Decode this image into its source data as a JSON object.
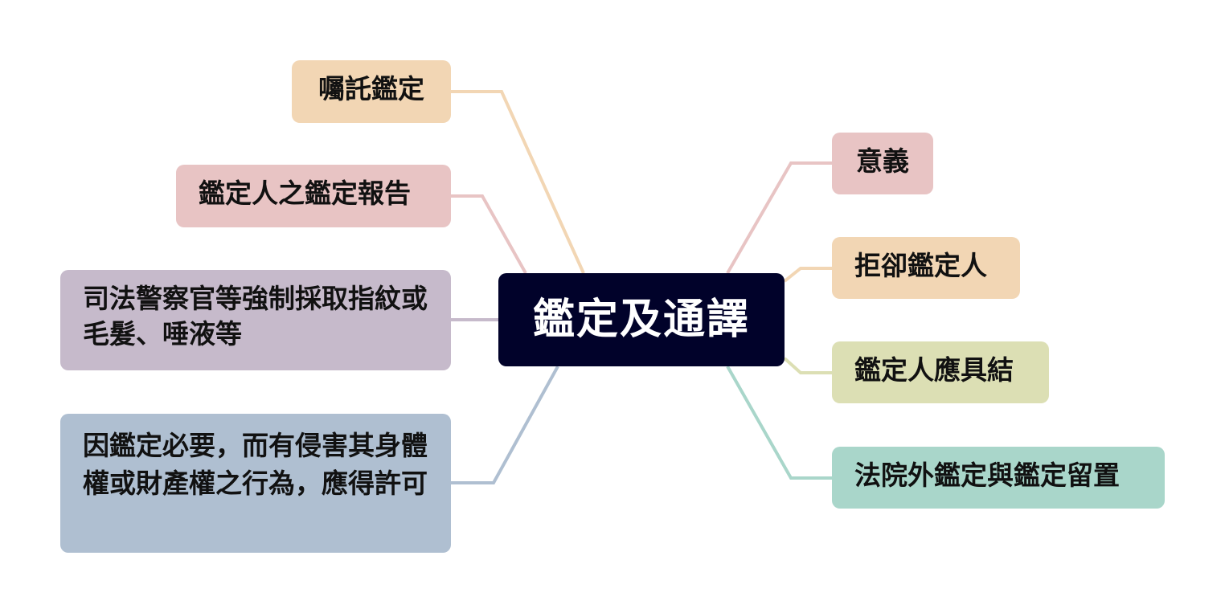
{
  "center": {
    "label": "鑑定及通譯"
  },
  "left_nodes": [
    {
      "label": "囑託鑑定",
      "color": "#f2d6b4"
    },
    {
      "label": "鑑定人之鑑定報告",
      "color": "#e8c4c4"
    },
    {
      "label": "司法警察官等強制採取指紋或毛髮、唾液等",
      "color": "#c6bacb"
    },
    {
      "label": "因鑑定必要，而有侵害其身體權或財產權之行為，應得許可",
      "color": "#afbfd1"
    }
  ],
  "right_nodes": [
    {
      "label": "意義",
      "color": "#e8c4c4"
    },
    {
      "label": "拒卻鑑定人",
      "color": "#f2d6b4"
    },
    {
      "label": "鑑定人應具結",
      "color": "#dcdfb4"
    },
    {
      "label": "法院外鑑定與鑑定留置",
      "color": "#a9d6ca"
    }
  ],
  "line_colors": {
    "left": [
      "#f2d6b4",
      "#e8c4c4",
      "#c6bacb",
      "#afbfd1"
    ],
    "right": [
      "#e8c4c4",
      "#f2d6b4",
      "#dcdfb4",
      "#a9d6ca"
    ]
  }
}
